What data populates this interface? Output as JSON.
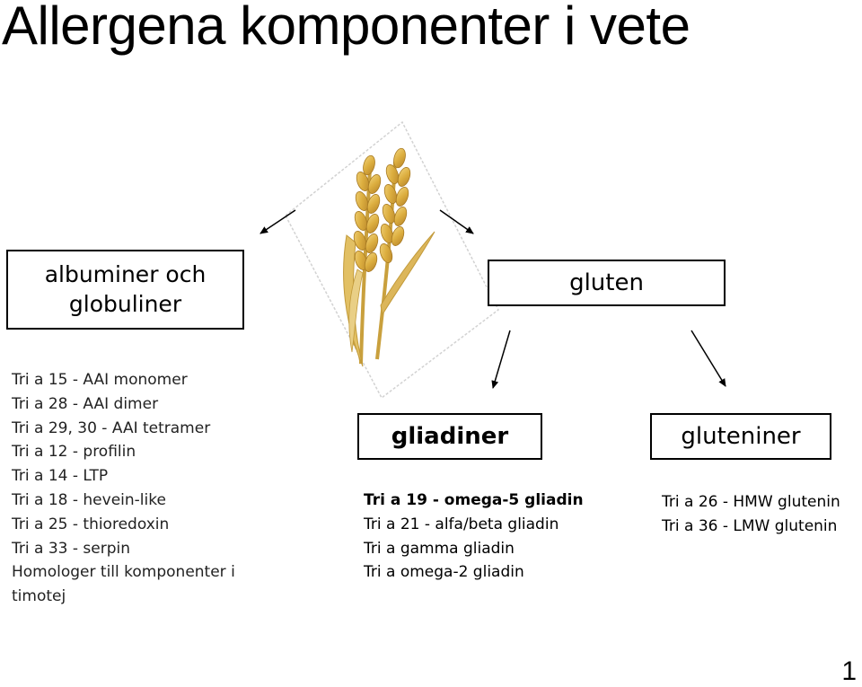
{
  "title": "Allergena komponenter i vete",
  "image": {
    "icon": "wheat-icon"
  },
  "albumin_box": {
    "line1": "albuminer och",
    "line2": "globuliner"
  },
  "gluten_box": {
    "label": "gluten"
  },
  "gliadiner_box": {
    "label": "gliadiner"
  },
  "gluteniner_box": {
    "label": "gluteniner"
  },
  "albumin_list": [
    "Tri a 15 - AAI monomer",
    "Tri a 28 - AAI dimer",
    "Tri a 29, 30 - AAI tetramer",
    "Tri a 12 - profilin",
    "Tri a 14 - LTP",
    "Tri a 18 - hevein-like",
    "Tri a 25 - thioredoxin",
    "Tri a 33 - serpin",
    "Homologer till komponenter i",
    "timotej"
  ],
  "gliadin_list": [
    "Tri a 19 - omega-5 gliadin",
    "Tri a 21 - alfa/beta gliadin",
    "Tri a gamma gliadin",
    "Tri a omega-2 gliadin"
  ],
  "glutenin_list": [
    "Tri a 26 - HMW glutenin",
    "Tri a 36 - LMW glutenin"
  ],
  "page_number": "1"
}
